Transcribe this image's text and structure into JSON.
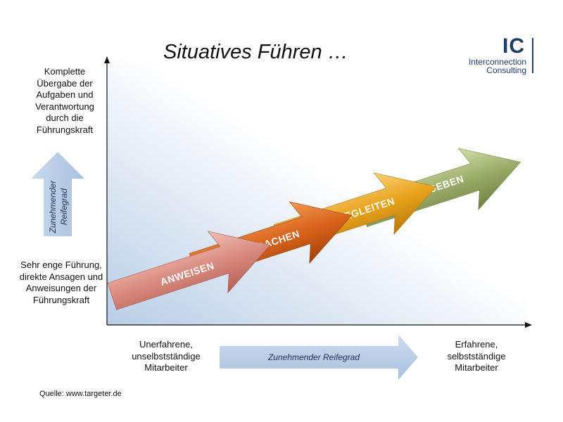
{
  "title": "Situatives Führen …",
  "logo": {
    "abbr": "IC",
    "line1": "Interconnection",
    "line2": "Consulting"
  },
  "y_axis": {
    "top_label": "Komplette Übergabe der Aufgaben und Verantwortung durch die Führungskraft",
    "bottom_label": "Sehr enge Führung, direkte Ansagen und Anweisungen der Führungskraft",
    "arrow_label": [
      "Zunehmender",
      "Reifegrad"
    ]
  },
  "x_axis": {
    "left_label": "Unerfahrene, unselbstständige Mitarbeiter",
    "right_label": "Erfahrene, selbstständige Mitarbeiter",
    "arrow_label": "Zunehmender Reifegrad"
  },
  "steps": [
    {
      "label": "ANWEISEN",
      "color": "#d98a7f"
    },
    {
      "label": "COACHEN",
      "color": "#d9621a"
    },
    {
      "label": "BEGLEITEN",
      "color": "#e8a21a"
    },
    {
      "label": "ÜBERGEBEN",
      "color": "#9aac68"
    }
  ],
  "source": "Quelle: www.targeter.de",
  "colors": {
    "axis": "#111111",
    "plot_gradient_start": "#b8cde6",
    "axis_arrow": "#b9cde6"
  }
}
